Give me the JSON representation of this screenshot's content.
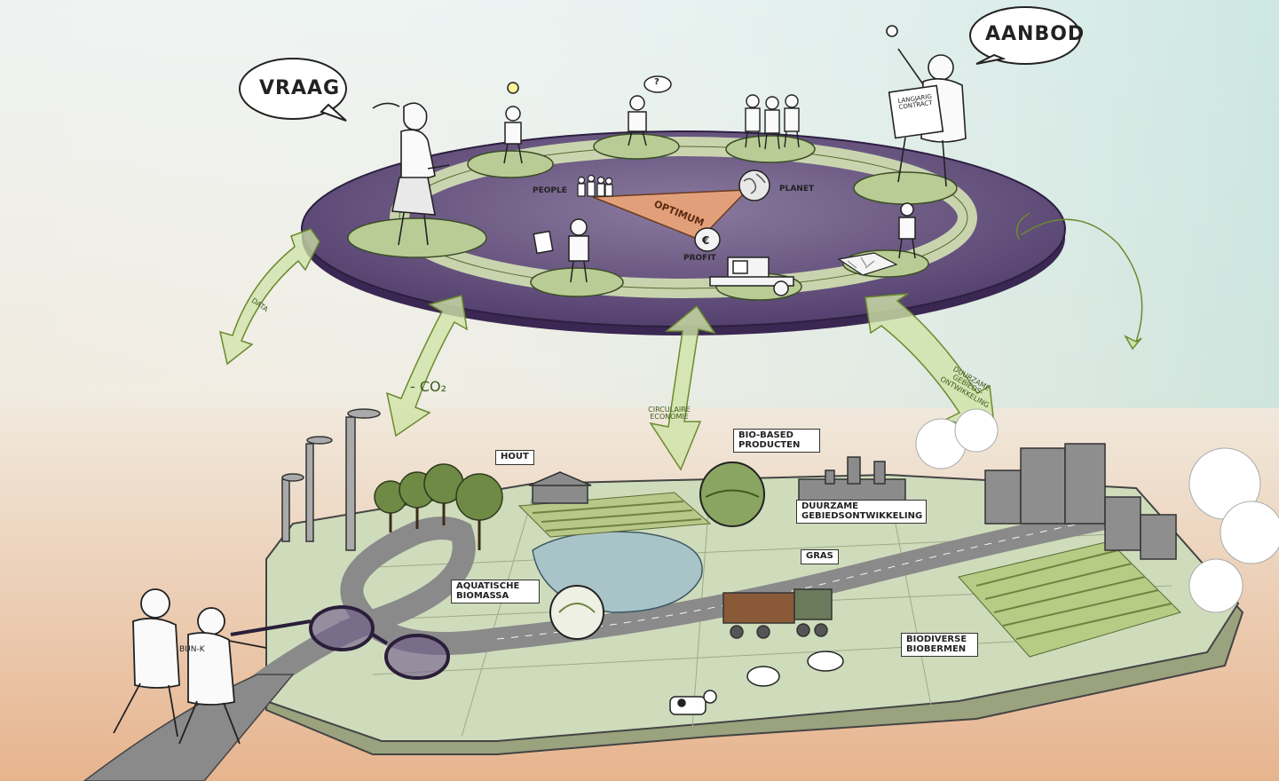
{
  "bubbles": {
    "vraag": "VRAAG",
    "aanbod": "AANBOD"
  },
  "platform": {
    "people": "PEOPLE",
    "planet": "PLANET",
    "profit": "PROFIT",
    "optimum": "OPTIMUM",
    "contract": "LANGJARIG CONTRACT",
    "question_mark": "?"
  },
  "arrows": {
    "data": "DATA",
    "co2": "- CO₂",
    "circulaire": "CIRCULAIRE ECONOMIE",
    "duurzame": "DUURZAME GEBIEDS- ONTWIKKELING"
  },
  "landscape_labels": {
    "hout": "HOUT",
    "biobased": "BIO-BASED PRODUCTEN",
    "duurzame_gebied": "DUURZAME GEBIEDSONTWIKKELING",
    "gras": "GRAS",
    "aquatische": "AQUATISCHE BIOMASSA",
    "biodiverse": "BIODIVERSE BIOBERMEN",
    "shirt": "BUN-K"
  },
  "colors": {
    "platform": "#5e4a7a",
    "ring": "#c9d8a8",
    "land": "#cdd8b8",
    "arrow": "#c8dea0",
    "optimum": "#e2a07a",
    "road": "#8a8a8a"
  }
}
